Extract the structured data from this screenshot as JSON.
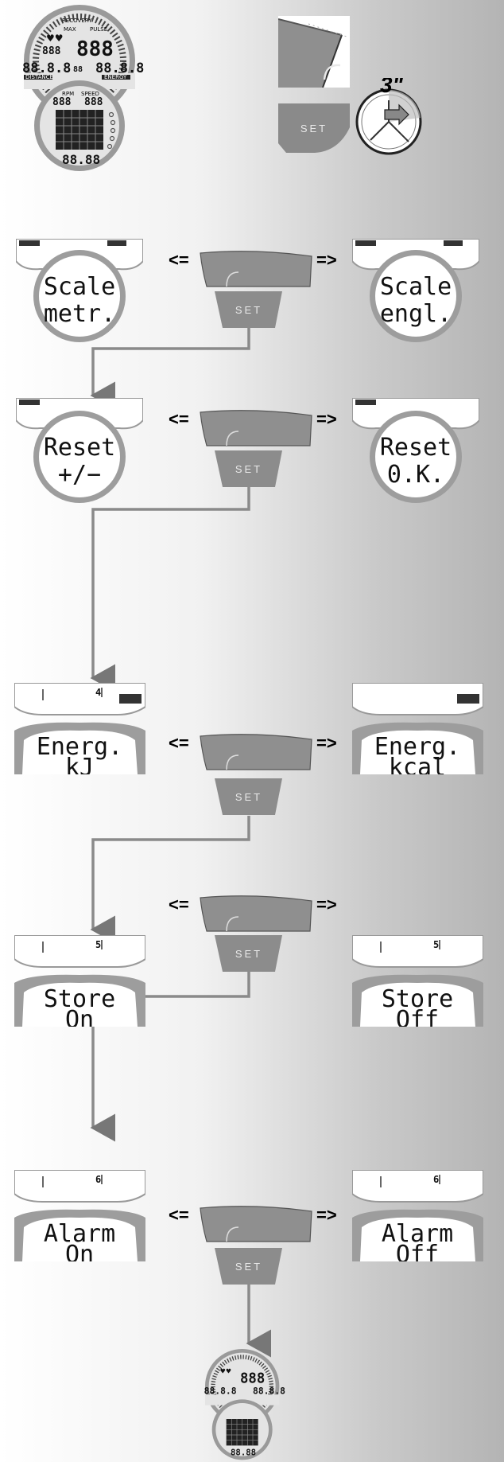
{
  "device_top": {
    "recovery": "RECOVERY",
    "max": "MAX",
    "pulse": "PULSE",
    "rpm": "RPM",
    "speed": "SPEED",
    "distance": "DISTANCE",
    "energy": "ENERGY",
    "digits": "888",
    "small_digits": "888",
    "row_digits": "88.8.8",
    "bottom_digits": "88.88",
    "mid_digits": "88"
  },
  "hold_duration": "3\"",
  "set_label": "SET",
  "nav": {
    "left": "<=",
    "right": "=>"
  },
  "rows": [
    {
      "left_line1": "Scale",
      "left_line2": "metr.",
      "right_line1": "Scale",
      "right_line2": "engl.",
      "step": ""
    },
    {
      "left_line1": "Reset",
      "left_line2": "+/−",
      "right_line1": "Reset",
      "right_line2": "0.K.",
      "step": ""
    },
    {
      "left_line1": "Energ.",
      "left_line2": "kJ",
      "right_line1": "Energ.",
      "right_line2": "kcal",
      "step": "4"
    },
    {
      "left_line1": "Store",
      "left_line2": "On",
      "right_line1": "Store",
      "right_line2": "Off",
      "step": "5"
    },
    {
      "left_line1": "Alarm",
      "left_line2": "On",
      "right_line1": "Alarm",
      "right_line2": "Off",
      "step": "6"
    }
  ]
}
